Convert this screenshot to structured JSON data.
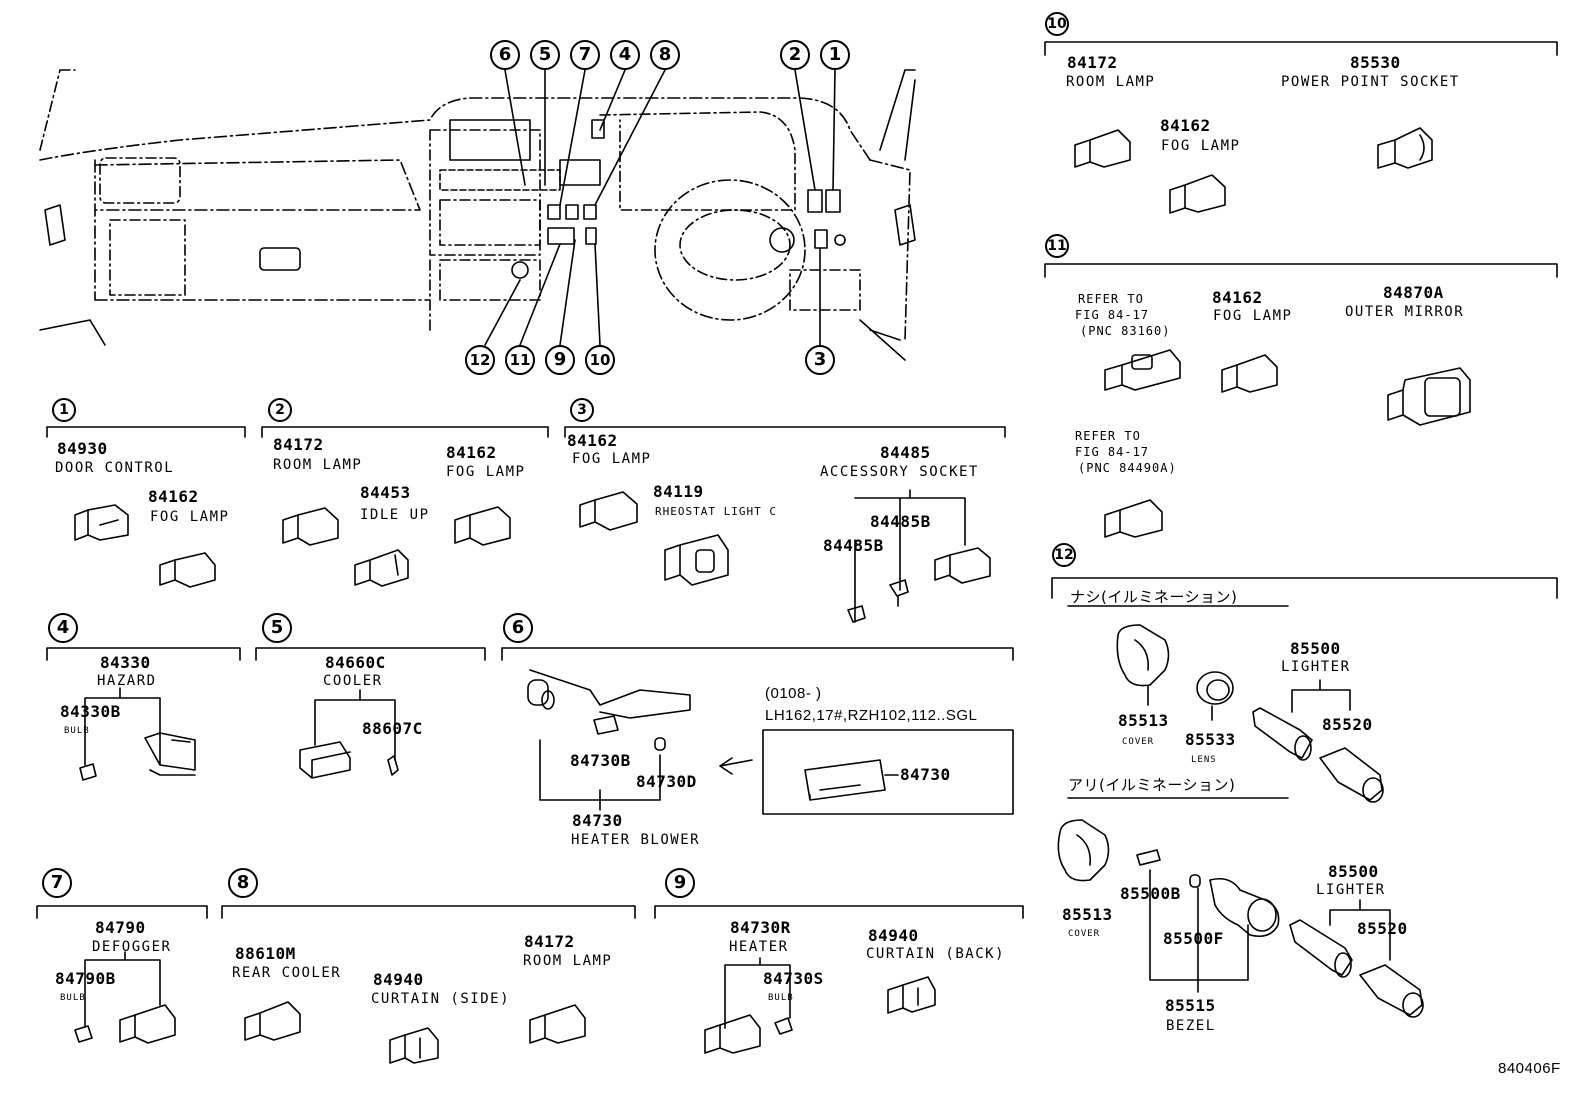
{
  "callouts": {
    "c1": "1",
    "c2": "2",
    "c3": "3",
    "c4": "4",
    "c5": "5",
    "c6": "6",
    "c7": "7",
    "c8": "8",
    "c9": "9",
    "c10": "10",
    "c11": "11",
    "c12": "12"
  },
  "groups": {
    "g1": {
      "door_control_num": "84930",
      "door_control_name": "DOOR CONTROL",
      "fog_num": "84162",
      "fog_name": "FOG LAMP"
    },
    "g2": {
      "room_num": "84172",
      "room_name": "ROOM LAMP",
      "idle_num": "84453",
      "idle_name": "IDLE UP",
      "fog_num": "84162",
      "fog_name": "FOG LAMP"
    },
    "g3": {
      "fog_num": "84162",
      "fog_name": "FOG LAMP",
      "rheo_num": "84119",
      "rheo_name": "RHEOSTAT LIGHT C",
      "acc_num": "84485",
      "acc_name": "ACCESSORY SOCKET",
      "accb1": "84485B",
      "accb2": "84485B"
    },
    "g4": {
      "hazard_num": "84330",
      "hazard_name": "HAZARD",
      "bulb_num": "84330B",
      "bulb_name": "BULB"
    },
    "g5": {
      "cooler_num": "84660C",
      "cooler_name": "COOLER",
      "sub_num": "88607C"
    },
    "g6": {
      "b_num": "84730B",
      "d_num": "84730D",
      "blower_num": "84730",
      "blower_name": "HEATER BLOWER",
      "note_range": "(0108-       )",
      "note_models": "LH162,17#,RZH102,112..SGL",
      "box_num": "84730"
    },
    "g7": {
      "defog_num": "84790",
      "defog_name": "DEFOGGER",
      "bulb_num": "84790B",
      "bulb_name": "BULB"
    },
    "g8": {
      "rear_num": "88610M",
      "rear_name": "REAR COOLER",
      "curtain_num": "84940",
      "curtain_name": "CURTAIN (SIDE)",
      "room_num": "84172",
      "room_name": "ROOM LAMP"
    },
    "g9": {
      "heater_num": "84730R",
      "heater_name": "HEATER",
      "bulb_num": "84730S",
      "bulb_name": "BULB",
      "curtain_num": "84940",
      "curtain_name": "CURTAIN (BACK)"
    },
    "g10": {
      "room_num": "84172",
      "room_name": "ROOM LAMP",
      "fog_num": "84162",
      "fog_name": "FOG LAMP",
      "power_num": "85530",
      "power_name": "POWER POINT SOCKET"
    },
    "g11": {
      "ref1_a": "REFER TO",
      "ref1_b": "FIG 84-17",
      "ref1_c": "(PNC 83160)",
      "fog_num": "84162",
      "fog_name": "FOG LAMP",
      "mirror_num": "84870A",
      "mirror_name": "OUTER MIRROR",
      "ref2_a": "REFER TO",
      "ref2_b": "FIG 84-17",
      "ref2_c": "(PNC 84490A)"
    },
    "g12": {
      "without_label": "ナシ(イルミネーション)",
      "with_label": "アリ(イルミネーション)",
      "lighter_num_a": "85500",
      "lighter_name_a": "LIGHTER",
      "cover_num_a": "85513",
      "cover_name_a": "COVER",
      "lens_num": "85533",
      "lens_name": "LENS",
      "knob_num_a": "85520",
      "cover_num_b": "85513",
      "cover_name_b": "COVER",
      "b_num": "85500B",
      "f_num": "85500F",
      "bezel_num": "85515",
      "bezel_name": "BEZEL",
      "lighter_num_b": "85500",
      "lighter_name_b": "LIGHTER",
      "knob_num_b": "85520"
    }
  },
  "figure_id": "840406F"
}
